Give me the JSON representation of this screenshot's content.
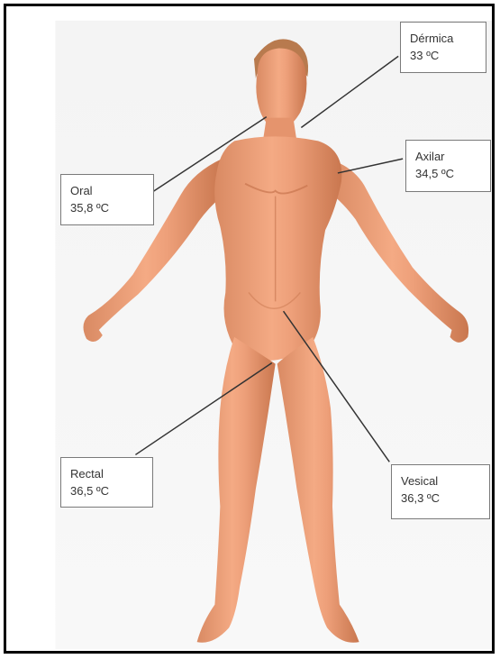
{
  "labels": {
    "dermica": {
      "name": "Dérmica",
      "temp": "33 ºC"
    },
    "axilar": {
      "name": "Axilar",
      "temp": "34,5 ºC"
    },
    "oral": {
      "name": "Oral",
      "temp": "35,8 ºC"
    },
    "rectal": {
      "name": "Rectal",
      "temp": "36,5 ºC"
    },
    "vesical": {
      "name": "Vesical",
      "temp": "36,3 ºC"
    }
  },
  "colors": {
    "skin": "#f0a07a",
    "skin_shadow": "#c8754f",
    "frame": "#000000",
    "leader": "#333333"
  }
}
